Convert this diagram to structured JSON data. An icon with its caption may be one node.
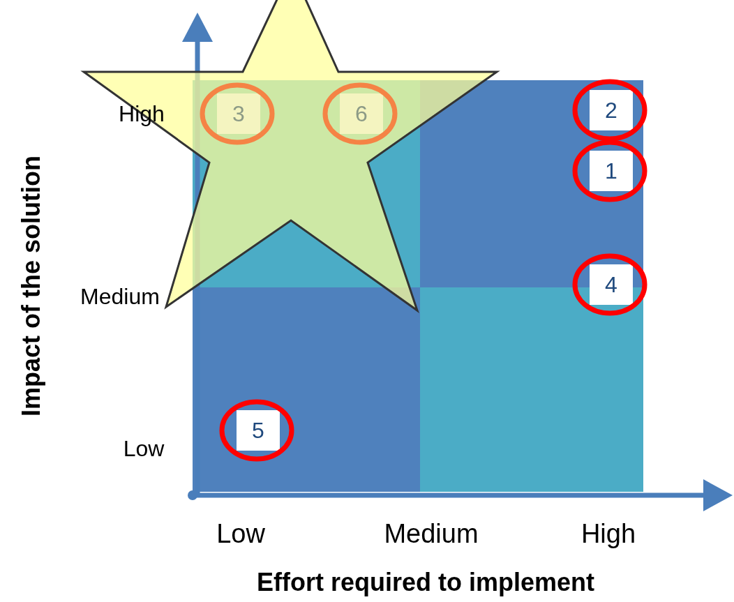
{
  "diagram": {
    "nodes": [
      {
        "text": [
          "3"
        ]
      },
      {
        "text": [
          "6"
        ]
      },
      {
        "text": [
          "2"
        ]
      },
      {
        "text": [
          "1"
        ]
      },
      {
        "text": [
          "4"
        ]
      },
      {
        "text": [
          "5"
        ]
      }
    ],
    "edges": [],
    "labels": [
      "Impact of the solution",
      "High",
      "Medium",
      "Low",
      "Low",
      "Medium",
      "High",
      "Effort required to implement"
    ]
  }
}
